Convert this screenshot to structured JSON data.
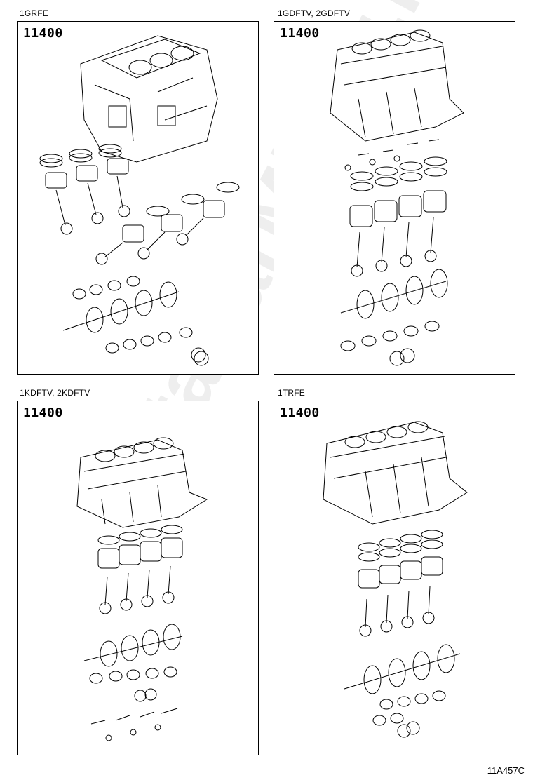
{
  "panels": [
    {
      "engine": "1GRFE",
      "part_code": "11400"
    },
    {
      "engine": "1GDFTV, 2GDFTV",
      "part_code": "11400"
    },
    {
      "engine": "1KDFTV, 2KDFTV",
      "part_code": "11400"
    },
    {
      "engine": "1TRFE",
      "part_code": "11400"
    }
  ],
  "diagram_ref": "11A457C",
  "watermark": "ToyotaCarMirror.ru",
  "colors": {
    "line": "#000000",
    "background": "#ffffff",
    "watermark": "#a0a0a0"
  }
}
